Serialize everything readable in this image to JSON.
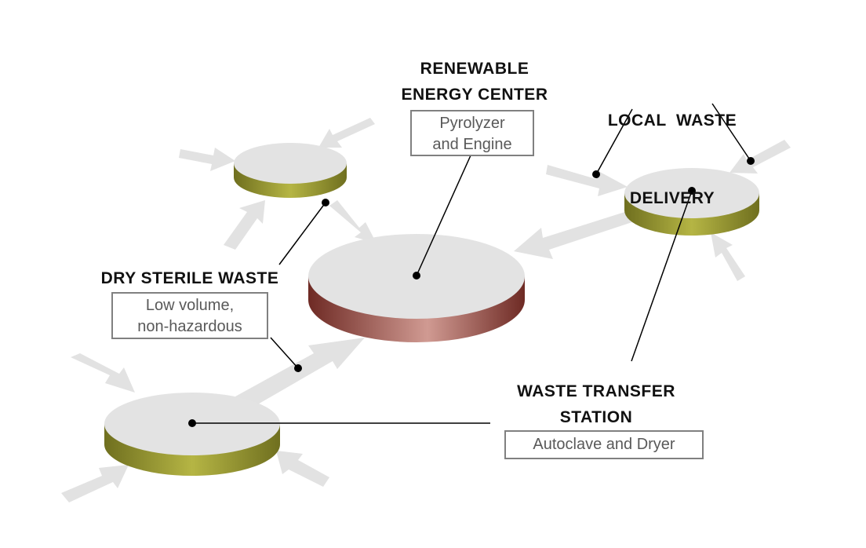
{
  "nodes": {
    "renewable_energy_center": {
      "title_lines": [
        "RENEWABLE",
        "ENERGY CENTER"
      ],
      "subtitle_lines": [
        "Pyrolyzer",
        "and Engine"
      ]
    },
    "local_waste_delivery": {
      "title_lines": [
        "LOCAL  WASTE",
        "DELIVERY"
      ]
    },
    "dry_sterile_waste": {
      "title_lines": [
        "DRY STERILE WASTE"
      ],
      "subtitle_lines": [
        "Low volume,",
        "non-hazardous"
      ]
    },
    "waste_transfer_station": {
      "title_lines": [
        "WASTE TRANSFER",
        "STATION"
      ],
      "subtitle_lines": [
        "Autoclave and Dryer"
      ]
    }
  },
  "colors": {
    "disc_top": "#e3e3e3",
    "olive_side": "#a9a93a",
    "olive_side_dark": "#6f6f1f",
    "copper_side": "#c98f86",
    "copper_side_dark": "#6e2a24",
    "arrow": "#e2e2e2",
    "box_border": "#808080",
    "subtitle_text": "#595959"
  }
}
